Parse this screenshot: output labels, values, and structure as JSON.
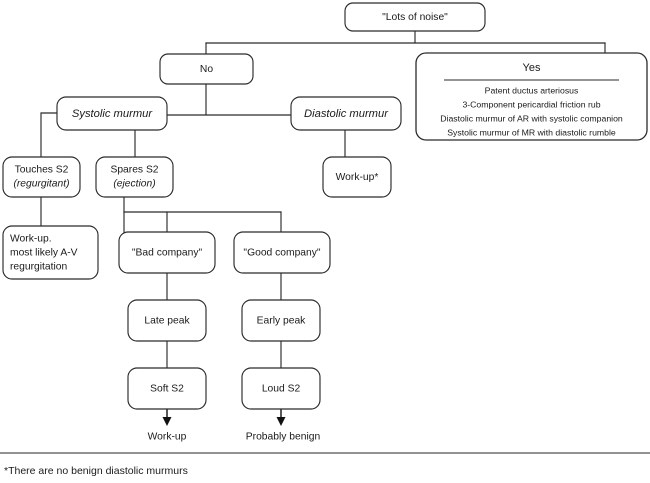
{
  "diagram": {
    "title_node": {
      "label": "\"Lots of noise\""
    },
    "branch_no": {
      "label": "No"
    },
    "branch_yes": {
      "title": "Yes",
      "bullets": [
        "Patent ductus arteriosus",
        "3-Component pericardial friction rub",
        "Diastolic murmur of AR with systolic companion",
        "Systolic murmur of MR with diastolic rumble"
      ]
    },
    "systolic": {
      "label": "Systolic murmur"
    },
    "diastolic": {
      "label": "Diastolic murmur"
    },
    "diastolic_workup": {
      "label": "Work-up*"
    },
    "touches_s2": {
      "line1": "Touches S2",
      "line2": "(regurgitant)"
    },
    "spares_s2": {
      "line1": "Spares S2",
      "line2": "(ejection)"
    },
    "touches_workup": {
      "line1": "Work-up.",
      "line2": "most likely A-V",
      "line3": "regurgitation"
    },
    "bad_company": {
      "label": "\"Bad company\""
    },
    "good_company": {
      "label": "\"Good company\""
    },
    "late_peak": {
      "label": "Late peak"
    },
    "early_peak": {
      "label": "Early peak"
    },
    "soft_s2": {
      "label": "Soft S2"
    },
    "loud_s2": {
      "label": "Loud S2"
    },
    "outcome_left": {
      "label": "Work-up"
    },
    "outcome_right": {
      "label": "Probably benign"
    },
    "footnote": {
      "text": "*There are no benign diastolic murmurs"
    },
    "colors": {
      "stroke": "#2b2b2b",
      "text": "#1a1a1a",
      "background": "#ffffff",
      "footnote_rule": "#6f6f6f"
    }
  }
}
